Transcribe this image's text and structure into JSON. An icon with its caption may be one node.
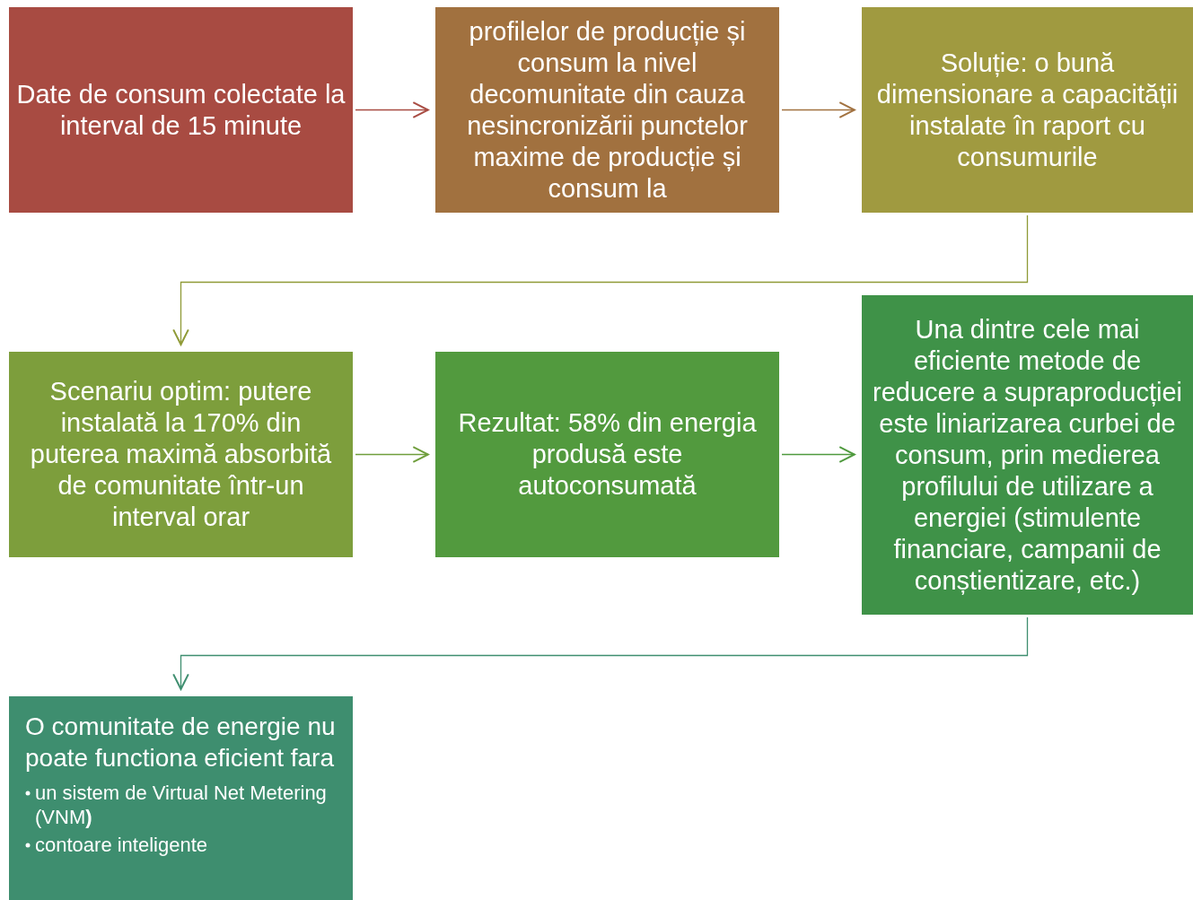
{
  "diagram": {
    "nodes": [
      {
        "text": [
          "Date de consum colectate la interval de 15 minute"
        ]
      },
      {
        "text": [
          "profilelor de producție și consum la nivel decomunitate din cauza nesincronizării punctelor maxime de producție și consum la"
        ]
      },
      {
        "text": [
          "Soluție: o bună dimensionare a capacității instalate în raport cu consumurile"
        ]
      },
      {
        "text": [
          "Scenariu optim: putere instalată la 170% din puterea maximă absorbită de comunitate într-un interval orar"
        ]
      },
      {
        "text": [
          "Rezultat: 58% din energia produsă este autoconsumată"
        ]
      },
      {
        "text": [
          "Una dintre cele mai eficiente metode de reducere a supraproducției este liniarizarea curbei de consum, prin medierea profilului de utilizare a energiei (stimulente financiare, campanii de conștientizare, etc.)"
        ]
      },
      {
        "text": [
          "O comunitate de energie nu poate functiona eficient fara",
          "un sistem de Virtual Net Metering (VNM**)**",
          "contoare inteligente"
        ]
      }
    ],
    "edges": [
      {
        "from": 0,
        "to": 1,
        "arrow": "to",
        "color": "#a84b42"
      },
      {
        "from": 1,
        "to": 2,
        "arrow": "to",
        "color": "#a1713f"
      },
      {
        "from": 2,
        "to": 3,
        "arrow": "to",
        "color": "#8f9a36"
      },
      {
        "from": 3,
        "to": 4,
        "arrow": "to",
        "color": "#6f9e3c"
      },
      {
        "from": 4,
        "to": 5,
        "arrow": "to",
        "color": "#4f9a3e"
      },
      {
        "from": 5,
        "to": 6,
        "arrow": "to",
        "color": "#3e8e6f"
      }
    ]
  }
}
